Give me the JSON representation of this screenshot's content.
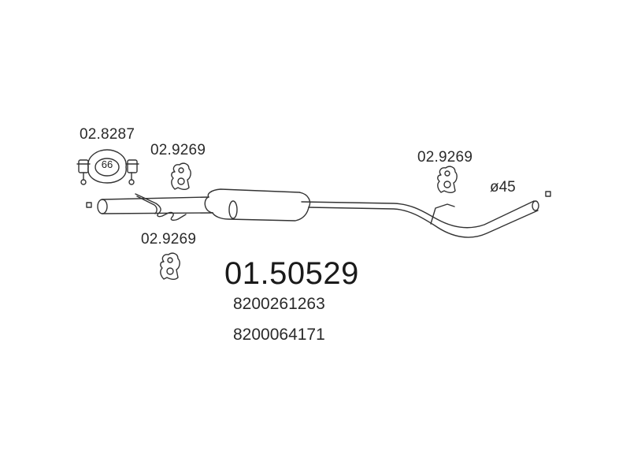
{
  "diagram": {
    "main_part_number": "01.50529",
    "oem_numbers": [
      "8200261263",
      "8200064171"
    ],
    "diameter_label": "ø45",
    "clamp": {
      "part_number": "02.8287",
      "size": "66"
    },
    "hangers": [
      {
        "part_number": "02.9269"
      },
      {
        "part_number": "02.9269"
      },
      {
        "part_number": "02.9269"
      }
    ],
    "colors": {
      "line": "#333333",
      "background": "#ffffff"
    }
  }
}
